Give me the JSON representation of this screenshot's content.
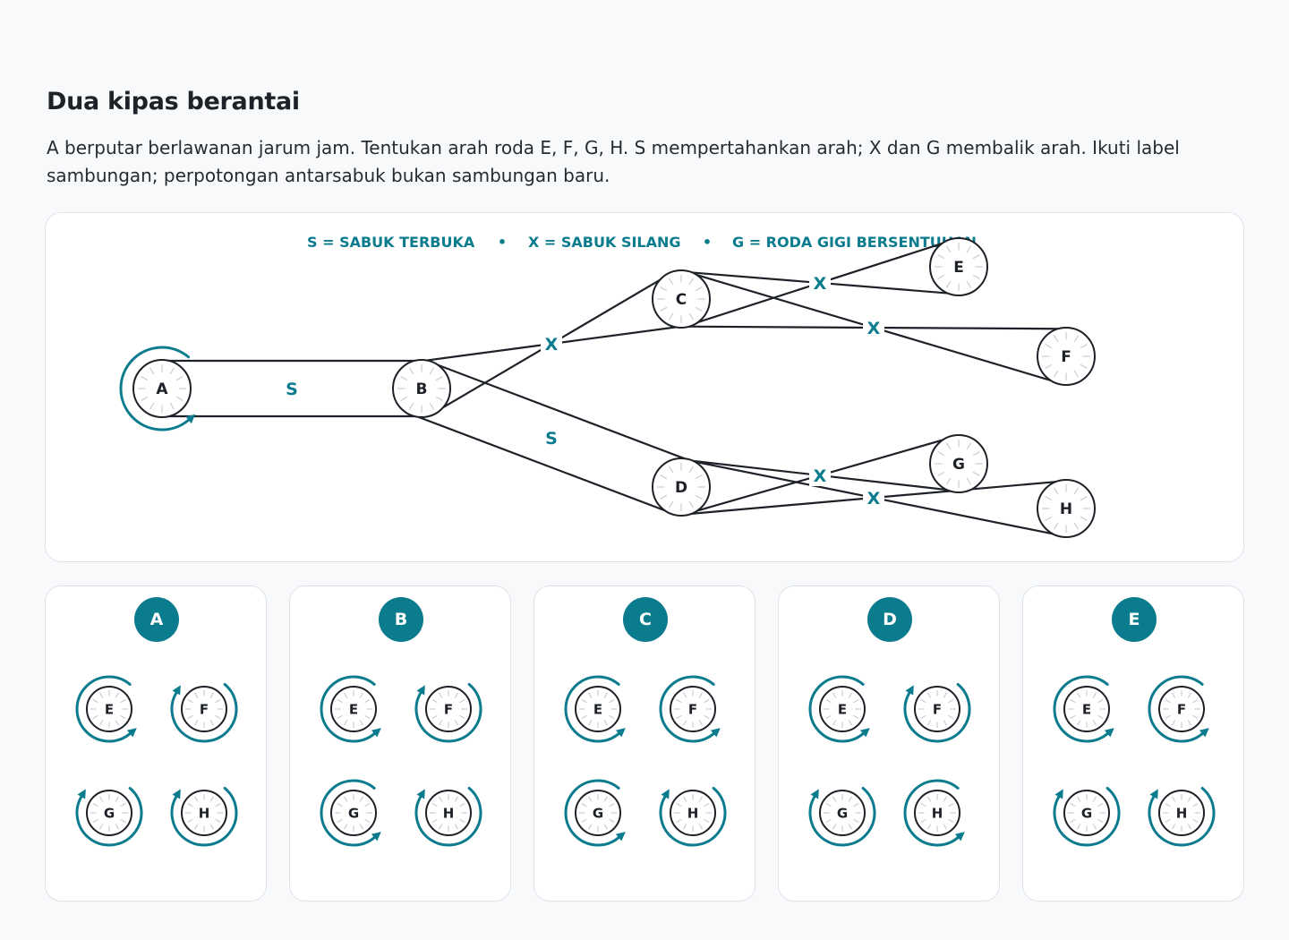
{
  "title": "Dua kipas berantai",
  "instructions": "A berputar berlawanan jarum jam. Tentukan arah roda E, F, G, H. S mempertahankan arah; X dan G membalik arah. Ikuti label sambungan; perpotongan antarsabuk bukan sambungan baru.",
  "legend": {
    "open_belt": "S = SABUK TERBUKA",
    "cross_belt": "X = SABUK SILANG",
    "gear": "G = RODA GIGI BERSENTUHAN",
    "separator": "•"
  },
  "colors": {
    "accent": "#0b7b8e",
    "line": "#1e2228",
    "tick": "#c8cdd4"
  },
  "diagram": {
    "wheels": [
      "A",
      "B",
      "C",
      "D",
      "E",
      "F",
      "G",
      "H"
    ],
    "connections": [
      {
        "from": "A",
        "to": "B",
        "type": "S"
      },
      {
        "from": "B",
        "to": "C",
        "type": "X"
      },
      {
        "from": "B",
        "to": "D",
        "type": "S"
      },
      {
        "from": "C",
        "to": "E",
        "type": "X"
      },
      {
        "from": "C",
        "to": "F",
        "type": "X"
      },
      {
        "from": "D",
        "to": "G",
        "type": "X"
      },
      {
        "from": "D",
        "to": "H",
        "type": "X"
      }
    ],
    "given": {
      "wheel": "A",
      "direction": "ccw"
    }
  },
  "options": [
    {
      "label": "A",
      "dirs": {
        "E": "ccw",
        "F": "cw",
        "G": "cw",
        "H": "cw"
      }
    },
    {
      "label": "B",
      "dirs": {
        "E": "ccw",
        "F": "cw",
        "G": "ccw",
        "H": "cw"
      }
    },
    {
      "label": "C",
      "dirs": {
        "E": "ccw",
        "F": "ccw",
        "G": "ccw",
        "H": "cw"
      }
    },
    {
      "label": "D",
      "dirs": {
        "E": "ccw",
        "F": "cw",
        "G": "cw",
        "H": "ccw"
      }
    },
    {
      "label": "E",
      "dirs": {
        "E": "ccw",
        "F": "ccw",
        "G": "cw",
        "H": "cw"
      }
    }
  ]
}
